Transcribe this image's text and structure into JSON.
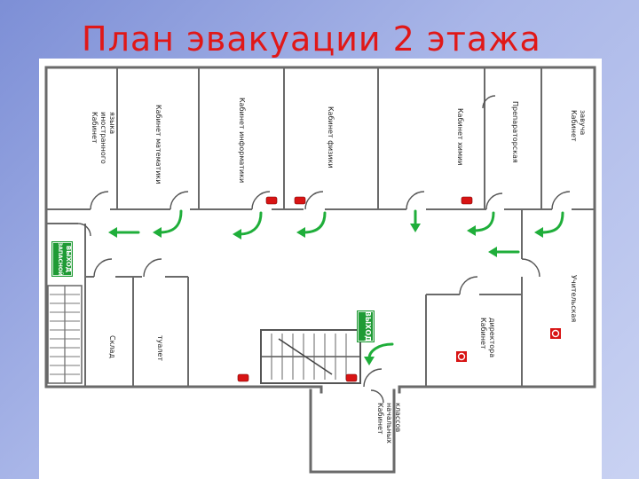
{
  "title": "План эвакуации 2 этажа",
  "colors": {
    "title": "#e01818",
    "arrow": "#1fae3a",
    "exit_sign": "#1f9b35",
    "extinguisher": "#d81414",
    "wall": "#6a6a6a"
  },
  "rooms": {
    "foreign_language": "Кабинет иностранного языка",
    "math": "Кабинет математики",
    "informatics": "Кабинет информатики",
    "physics": "Кабинет физики",
    "chemistry": "Кабинет химии",
    "prep_room": "Препараторская",
    "head_teacher": "Кабинет завуча",
    "storage": "Склад",
    "toilet": "туалет",
    "teachers": "Учительская",
    "director": "Кабинет директора",
    "primary_classes": "Кабинет начальных классов"
  },
  "signs": {
    "emergency_exit": "ЗАПАСНОЙ ВЫХОД",
    "exit": "ВЫХОД"
  },
  "icons": [
    "fire-extinguisher-icon",
    "evacuation-arrow-icon",
    "fire-alarm-icon"
  ]
}
